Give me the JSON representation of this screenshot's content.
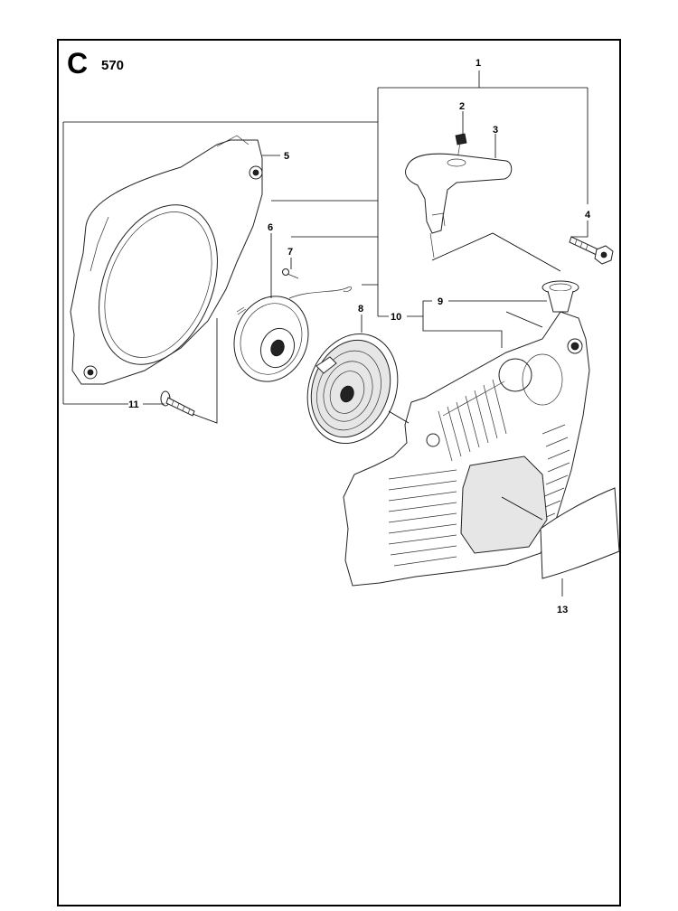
{
  "header": {
    "section_letter": "C",
    "model_number": "570"
  },
  "callouts": [
    {
      "id": "1",
      "label": "1"
    },
    {
      "id": "2",
      "label": "2"
    },
    {
      "id": "3",
      "label": "3"
    },
    {
      "id": "4",
      "label": "4"
    },
    {
      "id": "5",
      "label": "5"
    },
    {
      "id": "6",
      "label": "6"
    },
    {
      "id": "7",
      "label": "7"
    },
    {
      "id": "8",
      "label": "8"
    },
    {
      "id": "9",
      "label": "9"
    },
    {
      "id": "10",
      "label": "10"
    },
    {
      "id": "11",
      "label": "11"
    },
    {
      "id": "13",
      "label": "13"
    }
  ]
}
